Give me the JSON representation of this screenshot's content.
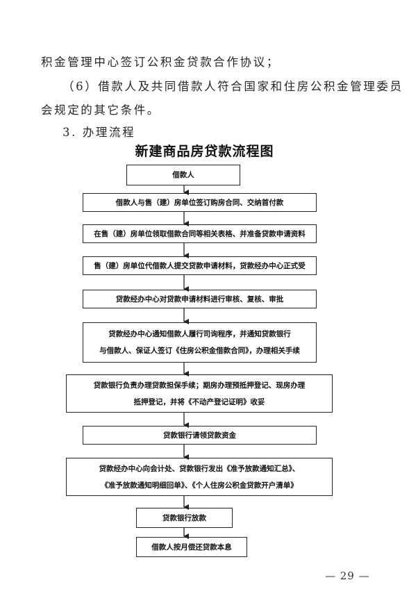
{
  "text": {
    "line1": "积金管理中心签订公积金贷款合作协议；",
    "line2": "（6）借款人及共同借款人符合国家和住房公积金管理委员",
    "line3": "会规定的其它条件。",
    "section_heading": "3. 办理流程"
  },
  "flowchart": {
    "title": "新建商品房贷款流程图",
    "steps": [
      [
        "借款人"
      ],
      [
        "借款人与售（建）房单位签订购房合同、交纳首付款"
      ],
      [
        "在售（建）房单位领取借款合同等相关表格、并准备贷款申请资料"
      ],
      [
        "售（建）房单位代借款人提交贷款申请材料，贷款经办中心正式受"
      ],
      [
        "贷款经办中心对贷款申请材料进行审核、复核、审批"
      ],
      [
        "贷款经办中心通知借款人履行司询程序，并通知贷款银行",
        "与借款人、保证人签订《住房公积金借款合同》，办理相关手续"
      ],
      [
        "贷款银行负责办理贷款担保手续；期房办理预抵押登记、现房办理",
        "抵押登记，并将《不动产登记证明》收妥"
      ],
      [
        "贷款银行请领贷款资金"
      ],
      [
        "贷款经办中心向会计处、贷款银行发出《准予放款通知汇总》、",
        "《准予放款通知明细回单》、《个人住房公积金贷款开户清单》"
      ],
      [
        "贷款银行放款"
      ],
      [
        "借款人按月偿还贷款本息"
      ]
    ]
  },
  "page_number": "— 29 —"
}
